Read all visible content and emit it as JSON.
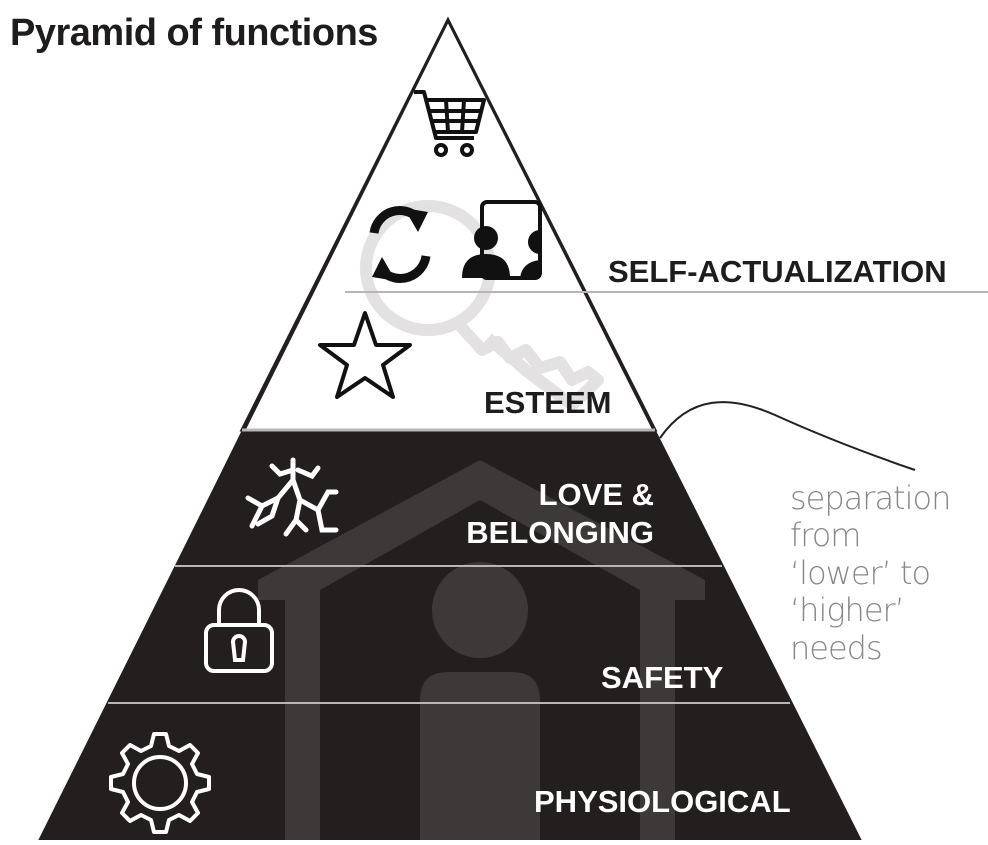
{
  "title": "Pyramid of functions",
  "levels": {
    "self_actualization": "SELF-ACTUALIZATION",
    "esteem": "ESTEEM",
    "love_line1": "LOVE &",
    "love_line2": "BELONGING",
    "safety": "SAFETY",
    "physiological": "PHYSIOLOGICAL"
  },
  "annotation": {
    "line1": "separation",
    "line2": "from",
    "line3": "‘lower’ to",
    "line4": "‘higher’",
    "line5": "needs"
  },
  "colors": {
    "dark_fill": "#231f1f",
    "light_fill": "#ffffff",
    "divider": "#b8b5b5",
    "watermark": "#3a3636",
    "key_watermark": "#e3e1e1",
    "annotation_text": "#8a8686"
  },
  "icons": [
    "shopping-cart-icon",
    "refresh-cycle-icon",
    "people-icon",
    "star-icon",
    "roots-icon",
    "padlock-icon",
    "gear-icon",
    "key-watermark-icon",
    "house-person-watermark-icon"
  ]
}
